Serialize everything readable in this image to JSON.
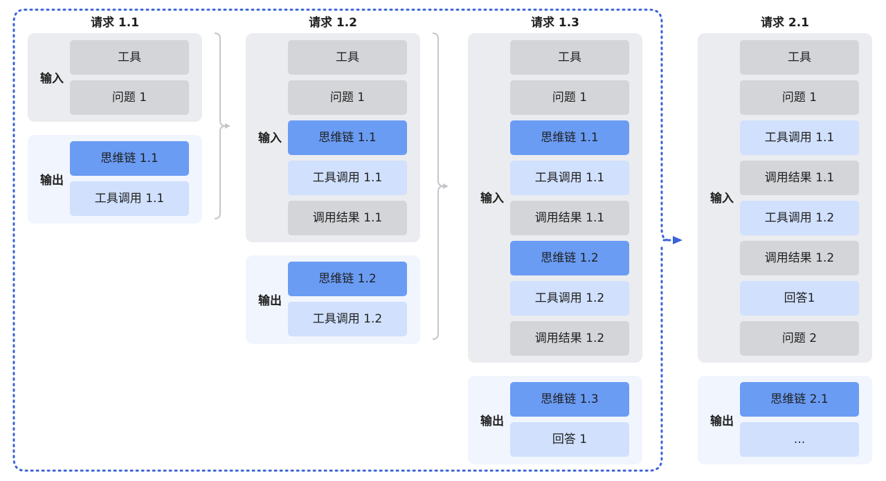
{
  "columns": [
    {
      "title": "请求 1.1",
      "input": {
        "label": "输入",
        "boxes": [
          {
            "text": "工具",
            "kind": "gray"
          },
          {
            "text": "问题 1",
            "kind": "gray"
          }
        ]
      },
      "output": {
        "label": "输出",
        "boxes": [
          {
            "text": "思维链 1.1",
            "kind": "blue"
          },
          {
            "text": "工具调用 1.1",
            "kind": "light"
          }
        ]
      }
    },
    {
      "title": "请求 1.2",
      "input": {
        "label": "输入",
        "boxes": [
          {
            "text": "工具",
            "kind": "gray"
          },
          {
            "text": "问题 1",
            "kind": "gray"
          },
          {
            "text": "思维链 1.1",
            "kind": "blue"
          },
          {
            "text": "工具调用 1.1",
            "kind": "light"
          },
          {
            "text": "调用结果 1.1",
            "kind": "gray"
          }
        ]
      },
      "output": {
        "label": "输出",
        "boxes": [
          {
            "text": "思维链 1.2",
            "kind": "blue"
          },
          {
            "text": "工具调用 1.2",
            "kind": "light"
          }
        ]
      }
    },
    {
      "title": "请求 1.3",
      "input": {
        "label": "输入",
        "boxes": [
          {
            "text": "工具",
            "kind": "gray"
          },
          {
            "text": "问题 1",
            "kind": "gray"
          },
          {
            "text": "思维链 1.1",
            "kind": "blue"
          },
          {
            "text": "工具调用 1.1",
            "kind": "light"
          },
          {
            "text": "调用结果 1.1",
            "kind": "gray"
          },
          {
            "text": "思维链 1.2",
            "kind": "blue"
          },
          {
            "text": "工具调用 1.2",
            "kind": "light"
          },
          {
            "text": "调用结果 1.2",
            "kind": "gray"
          }
        ]
      },
      "output": {
        "label": "输出",
        "boxes": [
          {
            "text": "思维链 1.3",
            "kind": "blue"
          },
          {
            "text": "回答 1",
            "kind": "light"
          }
        ]
      }
    },
    {
      "title": "请求 2.1",
      "input": {
        "label": "输入",
        "boxes": [
          {
            "text": "工具",
            "kind": "gray"
          },
          {
            "text": "问题 1",
            "kind": "gray"
          },
          {
            "text": "工具调用 1.1",
            "kind": "light"
          },
          {
            "text": "调用结果 1.1",
            "kind": "gray"
          },
          {
            "text": "工具调用 1.2",
            "kind": "light"
          },
          {
            "text": "调用结果 1.2",
            "kind": "gray"
          },
          {
            "text": "回答1",
            "kind": "light"
          },
          {
            "text": "问题 2",
            "kind": "gray"
          }
        ]
      },
      "output": {
        "label": "输出",
        "boxes": [
          {
            "text": "思维链 2.1",
            "kind": "blue"
          },
          {
            "text": "...",
            "kind": "light"
          }
        ]
      }
    }
  ],
  "colors": {
    "input_panel": "#eaecef",
    "output_panel": "#f1f5fd",
    "box_gray": "#d3d5d8",
    "box_blue": "#6a9cf4",
    "box_light_blue": "#d0e0fd",
    "dotted_border": "#3a63d6",
    "bracket": "#c4c6c9"
  },
  "icons": {
    "brace": "right-brace-arrow-icon",
    "arrow": "dotted-arrow-right-icon"
  }
}
